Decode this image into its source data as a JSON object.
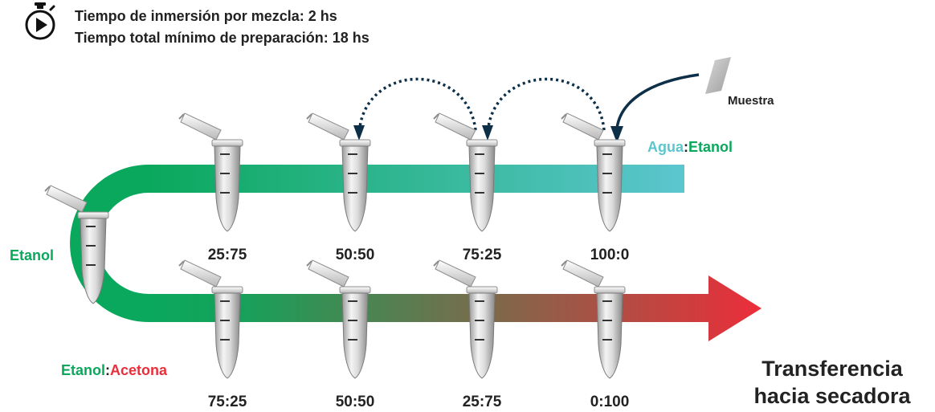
{
  "header": {
    "timer_icon": "stopwatch-icon",
    "line1": "Tiempo de inmersión por mezcla: 2 hs",
    "line2": "Tiempo total mínimo de preparación: 18 hs"
  },
  "sample": {
    "label": "Muestra",
    "icon": "sample-slide-icon"
  },
  "top_row": {
    "mixture_label_a": "Agua",
    "mixture_label_sep": ":",
    "mixture_label_b": "Etanol",
    "ellipsis": "...",
    "ratios": [
      "25:75",
      "50:50",
      "75:25",
      "100:0"
    ]
  },
  "bend": {
    "label": "Etanol"
  },
  "bottom_row": {
    "mixture_label_a": "Etanol",
    "mixture_label_sep": ":",
    "mixture_label_b": "Acetona",
    "ratios": [
      "75:25",
      "50:50",
      "25:75",
      "0:100"
    ]
  },
  "destination": {
    "line1": "Transferencia",
    "line2": "hacia secadora"
  },
  "colors": {
    "water": "#5cc6cf",
    "ethanol": "#0aa85c",
    "acetone": "#ec2d3a",
    "arrow": "#0d3048",
    "text": "#222222"
  }
}
